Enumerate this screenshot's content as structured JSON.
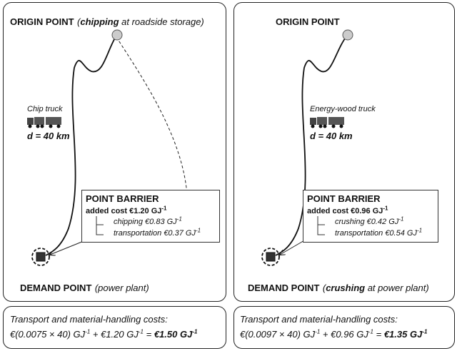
{
  "left": {
    "origin_title": "ORIGIN POINT",
    "origin_note_pre": "(",
    "origin_note_bold": "chipping",
    "origin_note_post": " at roadside storage)",
    "truck_label": "Chip truck",
    "truck_icon": "truck-icon",
    "distance": "d = 40 km",
    "barrier_title": "POINT BARRIER",
    "barrier_added": "added cost €1.20 GJ",
    "barrier_items": [
      {
        "label": "chipping €0.83 GJ"
      },
      {
        "label": "transportation €0.37 GJ"
      }
    ],
    "demand_title": "DEMAND POINT",
    "demand_note_pre": "(power plant)",
    "demand_note_bold": "",
    "demand_note_post": "",
    "footer_line1": "Transport and material-handling costs:",
    "footer_formula_a": "€(0.0075 × 40) GJ",
    "footer_formula_b": " + €1.20 GJ",
    "footer_formula_c": " = ",
    "footer_total": "€1.50 GJ"
  },
  "right": {
    "origin_title": "ORIGIN POINT",
    "truck_label": "Energy-wood truck",
    "truck_icon": "truck-icon",
    "distance": "d = 40 km",
    "barrier_title": "POINT BARRIER",
    "barrier_added": "added cost €0.96 GJ",
    "barrier_items": [
      {
        "label": "crushing €0.42 GJ"
      },
      {
        "label": "transportation €0.54 GJ"
      }
    ],
    "demand_title": "DEMAND POINT",
    "demand_note_pre": "(",
    "demand_note_bold": "crushing",
    "demand_note_post": " at power plant)",
    "footer_line1": "Transport and material-handling costs:",
    "footer_formula_a": "€(0.0097 × 40) GJ",
    "footer_formula_b": " + €0.96 GJ",
    "footer_formula_c": " = ",
    "footer_total": "€1.35 GJ"
  },
  "unit_exponent": "-1",
  "colors": {
    "border": "#222222",
    "origin_fill": "#cccccc",
    "demand_fill": "#333333"
  }
}
